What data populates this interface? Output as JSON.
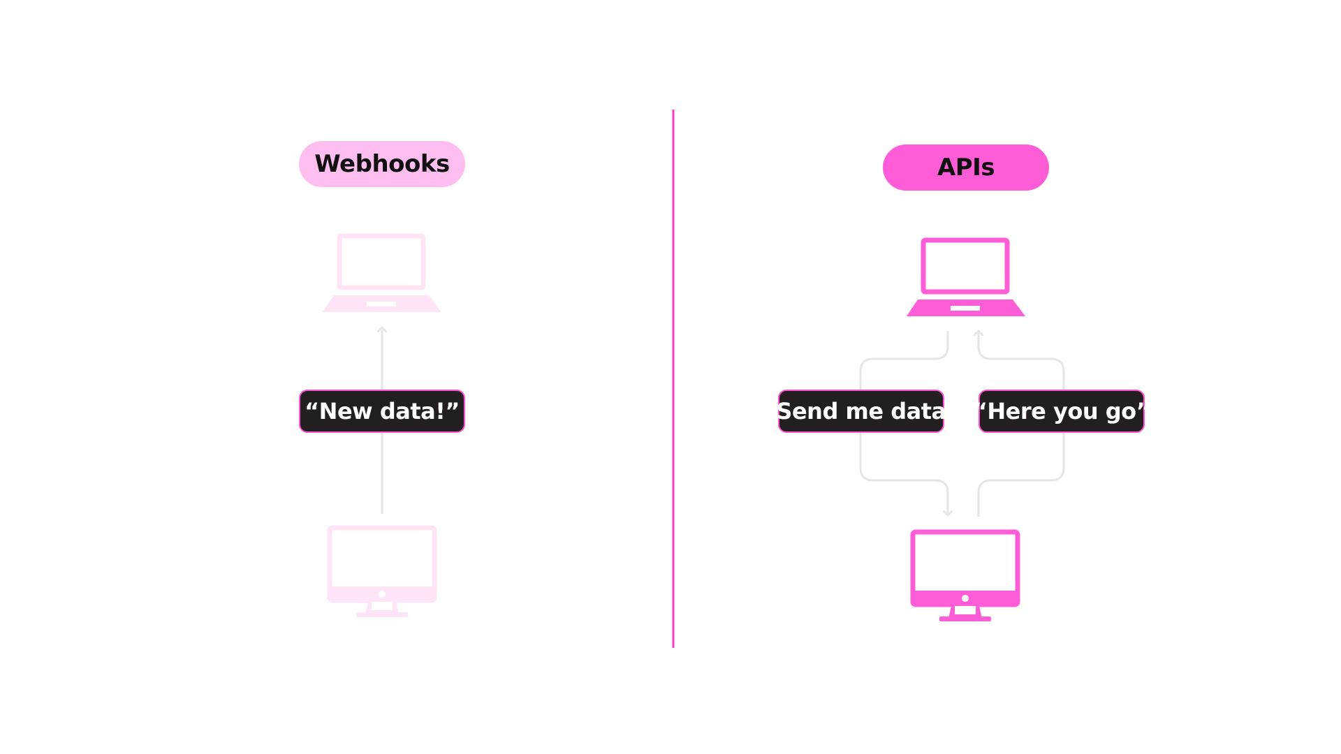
{
  "colors": {
    "accent": "#ff5dd8",
    "accent_light": "#ffbef0",
    "faded_device": "#ffe4f7",
    "divider": "#f53ec9",
    "arrow": "#e6e6e6",
    "bubble_bg": "#231f20",
    "bubble_border": "#ff52d2"
  },
  "webhooks": {
    "title": "Webhooks",
    "message": "“New data!”",
    "top_device_icon": "laptop-icon",
    "bottom_device_icon": "desktop-monitor-icon"
  },
  "apis": {
    "title": "APIs",
    "request_message": "“Send me data”",
    "response_message": "“Here you go”",
    "top_device_icon": "laptop-icon",
    "bottom_device_icon": "desktop-monitor-icon"
  }
}
